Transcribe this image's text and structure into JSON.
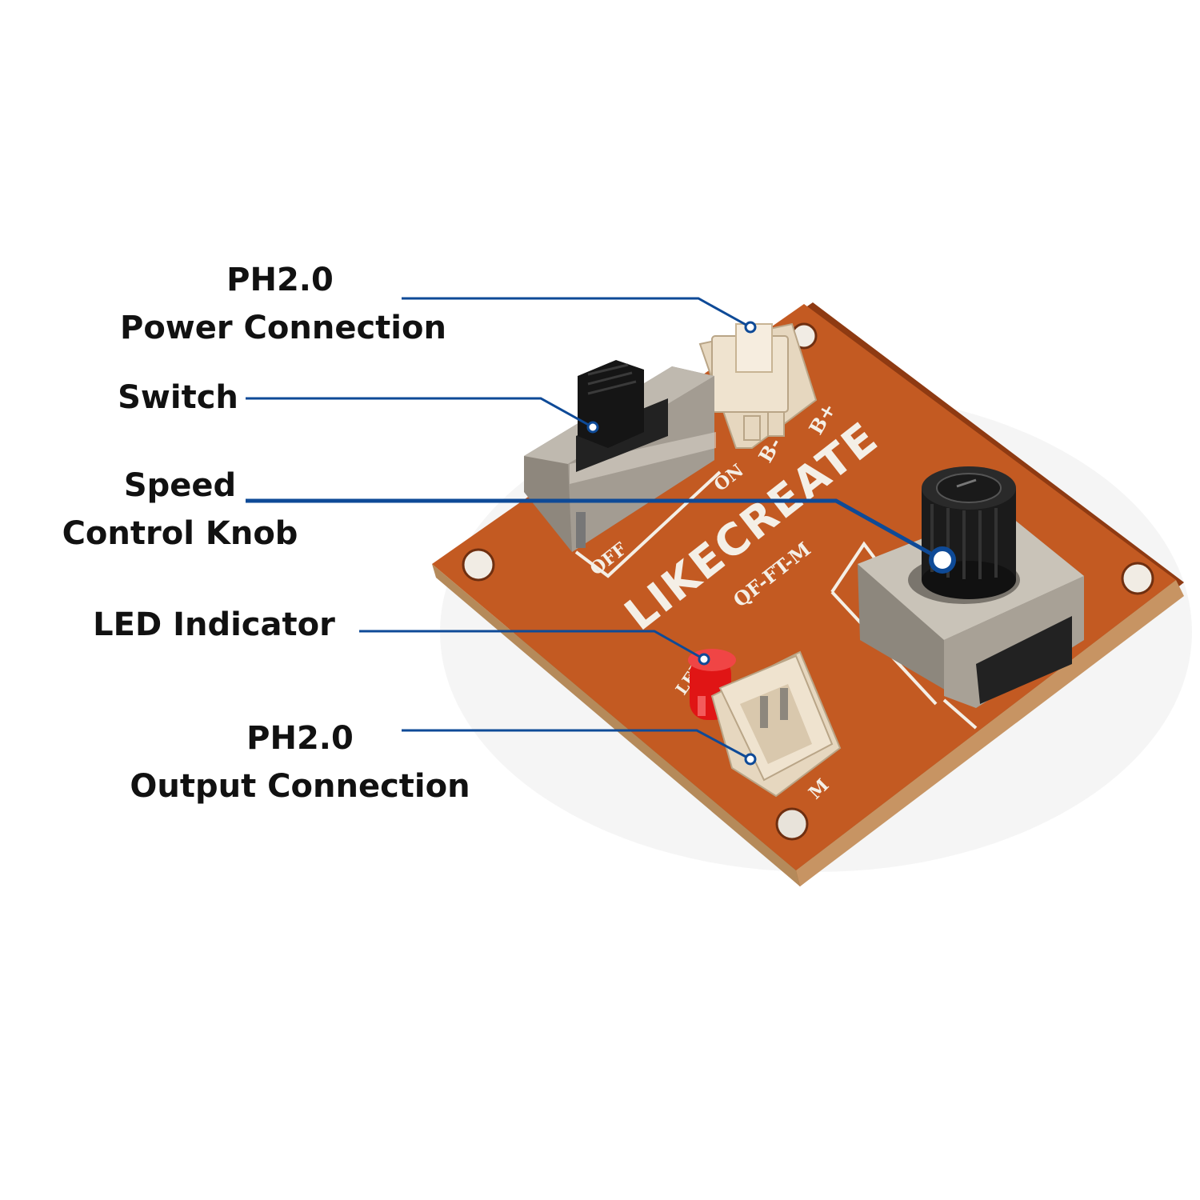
{
  "colors": {
    "callout": "#0e4a97",
    "board": "#c35a22",
    "board_dark": "#8e3a12",
    "silk": "#f4efe6",
    "metal": "#a9a39a",
    "knob": "#1b1b1b",
    "connector": "#efe3cf",
    "led": "#e01515"
  },
  "callouts": {
    "power": {
      "line1": "PH2.0",
      "line2": "Power Connection"
    },
    "switch": {
      "line1": "Switch"
    },
    "speed": {
      "line1": "Speed",
      "line2": "Control Knob"
    },
    "led": {
      "line1": "LED Indicator"
    },
    "output": {
      "line1": "PH2.0",
      "line2": "Output Connection"
    }
  },
  "board": {
    "logo": "LIKECREATE",
    "model": "QF-FT-M",
    "switch_on": "ON",
    "switch_off": "OFF",
    "power_minus": "B-",
    "power_plus": "B+",
    "led_mark": "LED",
    "output_mark": "M"
  },
  "icons": {
    "board": "circuit-board-icon",
    "switch": "slide-switch-icon",
    "knob": "potentiometer-knob-icon",
    "led": "red-led-icon",
    "connector": "ph2-connector-icon"
  }
}
